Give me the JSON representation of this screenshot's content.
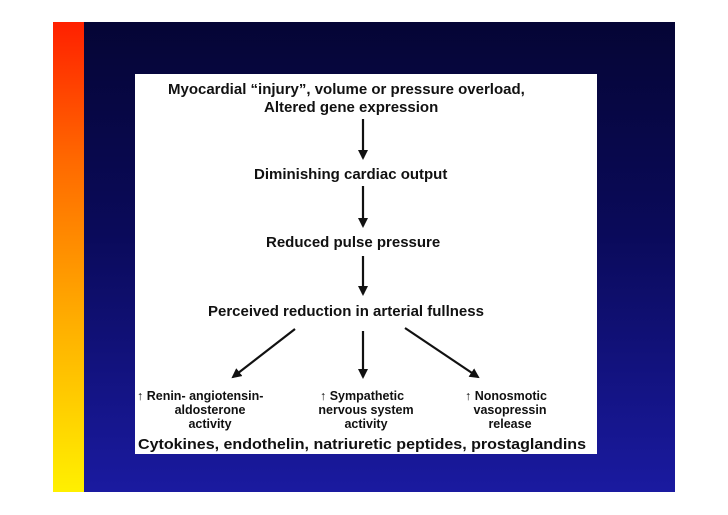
{
  "diagram": {
    "top_line1": "Myocardial “injury”, volume or pressure overload,",
    "top_line2": "Altered gene expression",
    "step1": "Diminishing cardiac output",
    "step2": "Reduced pulse pressure",
    "step3": "Perceived  reduction in  arterial  fullness",
    "left_line1": "↑ Renin- angiotensin-",
    "left_line2": "aldosterone",
    "left_line3": "activity",
    "mid_line1": "↑ Sympathetic",
    "mid_line2": "nervous system",
    "mid_line3": "activity",
    "right_line1": "↑ Nonosmotic",
    "right_line2": "vasopressin",
    "right_line3": "release",
    "bottom": "Cytokines, endothelin, natriuretic peptides, prostaglandins"
  },
  "colors": {
    "slide_top": "#050535",
    "slide_bottom": "#1a1aa0",
    "accent_top": "#ff2000",
    "accent_bottom": "#fff000",
    "text": "#111111"
  }
}
